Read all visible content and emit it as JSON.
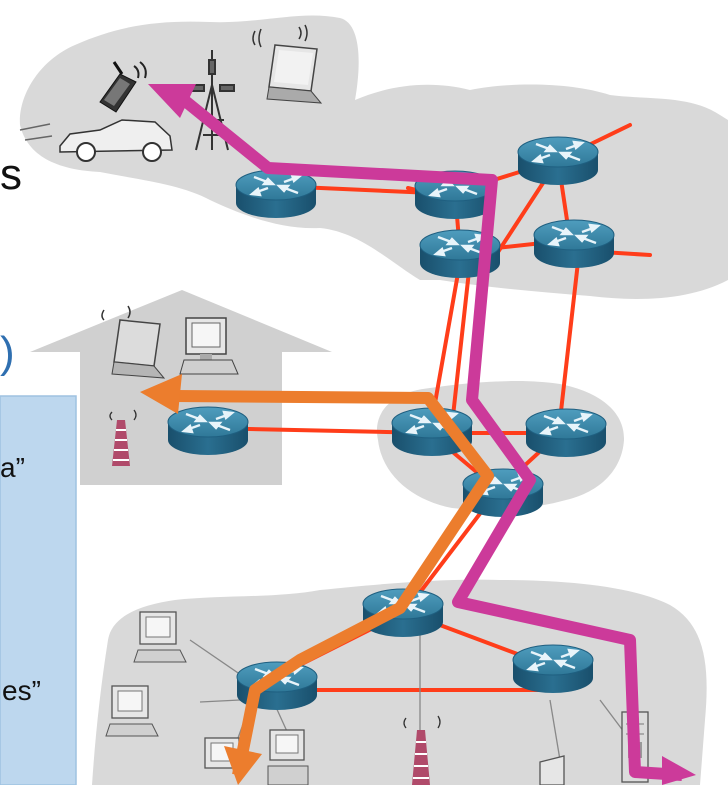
{
  "text_fragments": {
    "top_s": "s",
    "paren": ")",
    "quote_a": "a”",
    "quote_es": "es”"
  },
  "colors": {
    "background": "#ffffff",
    "cloud": "#d9d9d9",
    "cloud_edge": "#c4c4c4",
    "panel": "#bdd7ee",
    "panel_edge": "#9fc2e1",
    "link": "#ff3d1a",
    "path_magenta": "#cc3a9a",
    "path_orange": "#ec7d2d",
    "router_top": "#3d87a8",
    "router_side": "#1f5f80",
    "arrow_home": "#c9c9c9",
    "antenna": "#b04a6a",
    "ethernet": "#777777"
  },
  "routers": [
    {
      "name": "router-mobile-edge"
    },
    {
      "name": "router-isp1-a"
    },
    {
      "name": "router-isp1-b"
    },
    {
      "name": "router-isp1-c"
    },
    {
      "name": "router-isp1-d"
    },
    {
      "name": "router-home"
    },
    {
      "name": "router-isp2-a"
    },
    {
      "name": "router-isp2-b"
    },
    {
      "name": "router-isp2-c"
    },
    {
      "name": "router-enterprise-a"
    },
    {
      "name": "router-enterprise-b"
    },
    {
      "name": "router-enterprise-c"
    }
  ],
  "icons": [
    "cellphone-icon",
    "antenna-tower-icon",
    "laptop-icon",
    "car-icon",
    "laptop-icon",
    "desktop-icon",
    "wifi-tower-icon",
    "desktop-icon",
    "desktop-icon",
    "desktop-icon",
    "desktop-icon",
    "wifi-tower-icon",
    "server-icon"
  ]
}
